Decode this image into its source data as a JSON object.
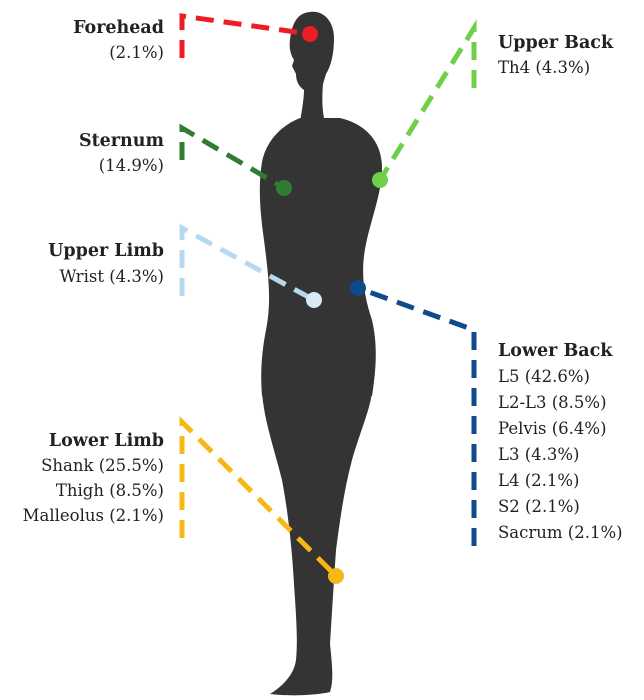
{
  "colors": {
    "silhouette": "#343434",
    "forehead": "#ee1c24",
    "sternum": "#2e7d32",
    "upper_back": "#6fcf4a",
    "upper_limb": "#b7d9ee",
    "lower_back": "#0f4a8a",
    "lower_limb": "#f6b814",
    "text": "#222222"
  },
  "regions": {
    "forehead": {
      "title": "Forehead",
      "items": [
        "(2.1%)"
      ]
    },
    "sternum": {
      "title": "Sternum",
      "items": [
        "(14.9%)"
      ]
    },
    "upper_limb": {
      "title": "Upper Limb",
      "items": [
        "Wrist (4.3%)"
      ]
    },
    "lower_limb": {
      "title": "Lower Limb",
      "items": [
        "Shank (25.5%)",
        "Thigh (8.5%)",
        "Malleolus (2.1%)"
      ]
    },
    "upper_back": {
      "title": "Upper Back",
      "items": [
        "Th4 (4.3%)"
      ]
    },
    "lower_back": {
      "title": "Lower Back",
      "items": [
        "L5 (42.6%)",
        "L2-L3 (8.5%)",
        "Pelvis (6.4%)",
        "L3 (4.3%)",
        "L4 (2.1%)",
        "S2 (2.1%)",
        "Sacrum (2.1%)"
      ]
    }
  }
}
